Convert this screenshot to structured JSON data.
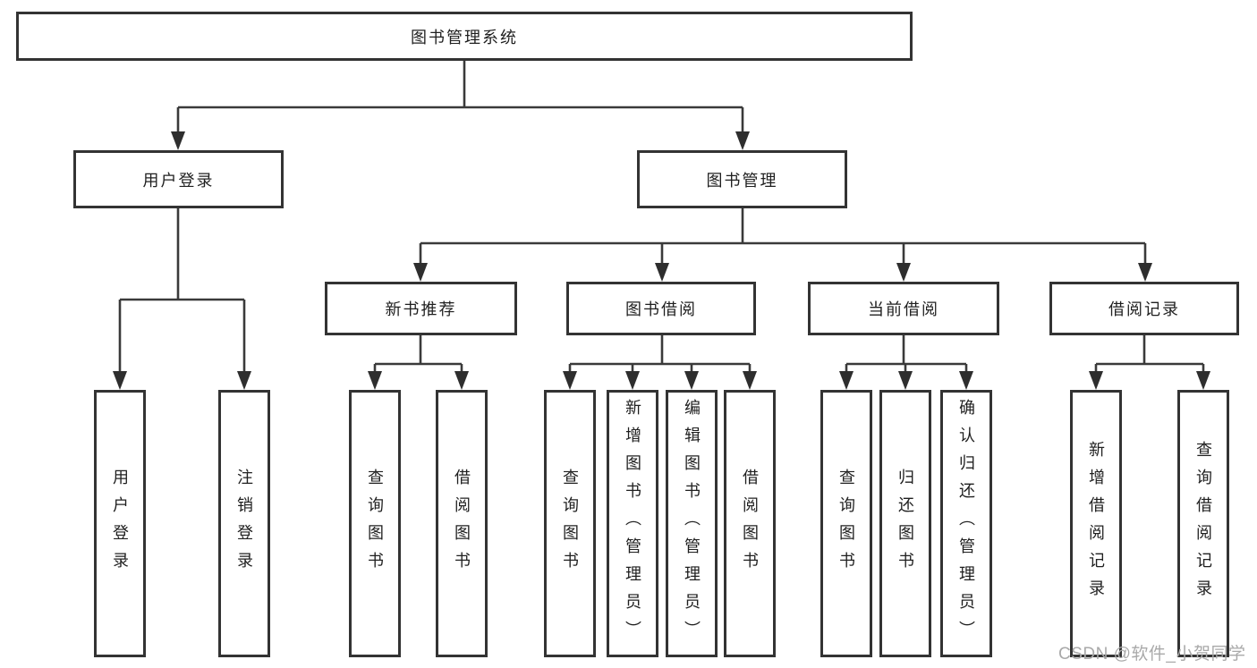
{
  "root": {
    "label": "图书管理系统",
    "children": [
      {
        "label": "用户登录",
        "children": [
          {
            "label": "用户登录"
          },
          {
            "label": "注销登录"
          }
        ]
      },
      {
        "label": "图书管理",
        "children": [
          {
            "label": "新书推荐",
            "children": [
              {
                "label": "查询图书"
              },
              {
                "label": "借阅图书"
              }
            ]
          },
          {
            "label": "图书借阅",
            "children": [
              {
                "label": "查询图书"
              },
              {
                "label": "新增图书（管理员）"
              },
              {
                "label": "编辑图书（管理员）"
              },
              {
                "label": "借阅图书"
              }
            ]
          },
          {
            "label": "当前借阅",
            "children": [
              {
                "label": "查询图书"
              },
              {
                "label": "归还图书"
              },
              {
                "label": "确认归还（管理员）"
              }
            ]
          },
          {
            "label": "借阅记录",
            "children": [
              {
                "label": "新增借阅记录"
              },
              {
                "label": "查询借阅记录"
              }
            ]
          }
        ]
      }
    ]
  },
  "colors": {
    "line": "#3a3a3a",
    "border": "#333333",
    "text": "#1f1f1f",
    "watermark": "#a9a9a9"
  },
  "watermark": "CSDN @软件_小贺同学"
}
